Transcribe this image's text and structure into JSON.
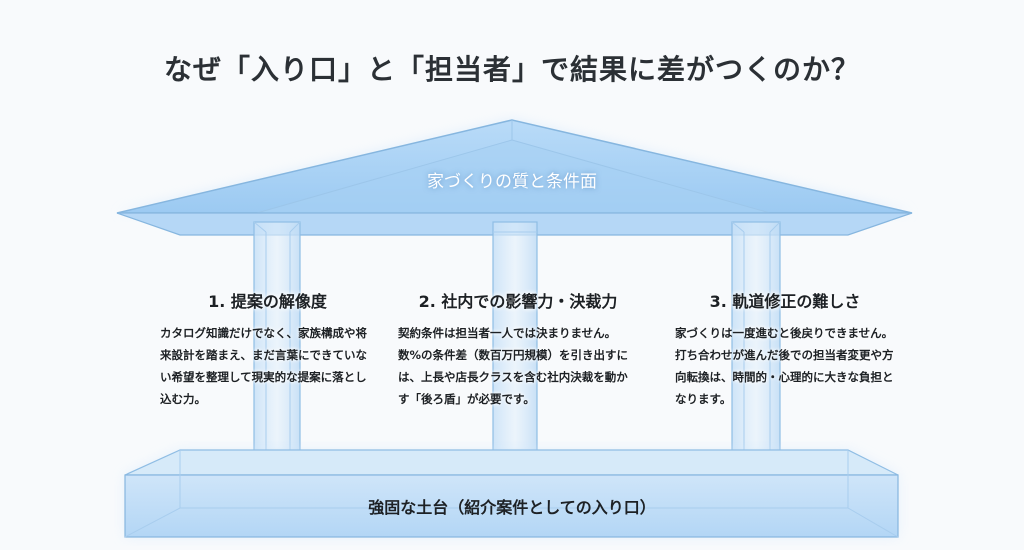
{
  "title": "なぜ「入り口」と「担当者」で結果に差がつくのか？",
  "roof": {
    "label": "家づくりの質と条件面"
  },
  "pillars": [
    {
      "heading": "1. 提案の解像度",
      "body": "カタログ知識だけでなく、家族構成や将来設計を踏まえ、まだ言葉にできていない希望を整理して現実的な提案に落とし込む力。"
    },
    {
      "heading": "2. 社内での影響力・決裁力",
      "body": "契約条件は担当者一人では決まりません。数%の条件差（数百万円規模）を引き出すには、上長や店長クラスを含む社内決裁を動かす「後ろ盾」が必要です。"
    },
    {
      "heading": "3. 軌道修正の難しさ",
      "body": "家づくりは一度進むと後戻りできません。打ち合わせが進んだ後での担当者変更や方向転換は、時間的・心理的に大きな負担となります。"
    }
  ],
  "foundation": {
    "label": "強固な土台（紹介案件としての入り口）"
  },
  "colors": {
    "glass_fill": "#a9d0f5",
    "glass_edge": "#7fb2de",
    "text_dark": "#1d2125",
    "background": "#f8fafc"
  }
}
